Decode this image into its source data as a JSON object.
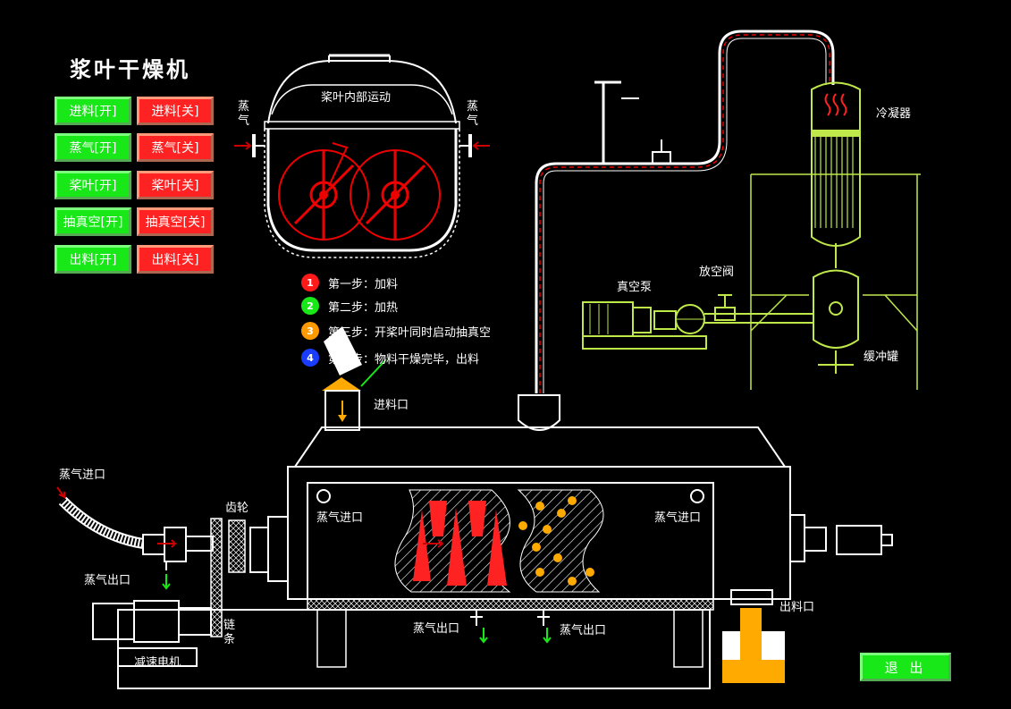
{
  "title": "浆叶干燥机",
  "controls": [
    {
      "on": "进料[开]",
      "off": "进料[关]"
    },
    {
      "on": "蒸气[开]",
      "off": "蒸气[关]"
    },
    {
      "on": "桨叶[开]",
      "off": "桨叶[关]"
    },
    {
      "on": "抽真空[开]",
      "off": "抽真空[关]"
    },
    {
      "on": "出料[开]",
      "off": "出料[关]"
    }
  ],
  "steps": [
    {
      "num": "1",
      "text": "第一步：加料",
      "color": "#ff1a1a"
    },
    {
      "num": "2",
      "text": "第二步：加热",
      "color": "#18e818"
    },
    {
      "num": "3",
      "text": "第三步：开桨叶同时启动抽真空",
      "color": "#ff9900"
    },
    {
      "num": "4",
      "text": "第四步：物料干燥完毕，出料",
      "color": "#1a3cff"
    }
  ],
  "labels": {
    "inner_motion": "桨叶内部运动",
    "steam_left_1": "蒸",
    "steam_left_2": "气",
    "steam_right_1": "蒸",
    "steam_right_2": "气",
    "condenser": "冷凝器",
    "vent_valve": "放空阀",
    "vacuum_pump": "真空泵",
    "buffer_tank": "缓冲罐",
    "feed_inlet": "进料口",
    "steam_inlet_pipe": "蒸气进口",
    "gear": "齿轮",
    "steam_outlet_left": "蒸气出口",
    "chain_1": "链",
    "chain_2": "条",
    "motor": "减速电机",
    "steam_inlet_a": "蒸气进口",
    "steam_inlet_b": "蒸气进口",
    "steam_outlet_a": "蒸气出口",
    "steam_outlet_b": "蒸气出口",
    "discharge": "出料口"
  },
  "exit_label": "退 出",
  "colors": {
    "on": "#18e818",
    "off": "#ff2222",
    "accent": "#ff0000",
    "material": "#ffaa00"
  }
}
